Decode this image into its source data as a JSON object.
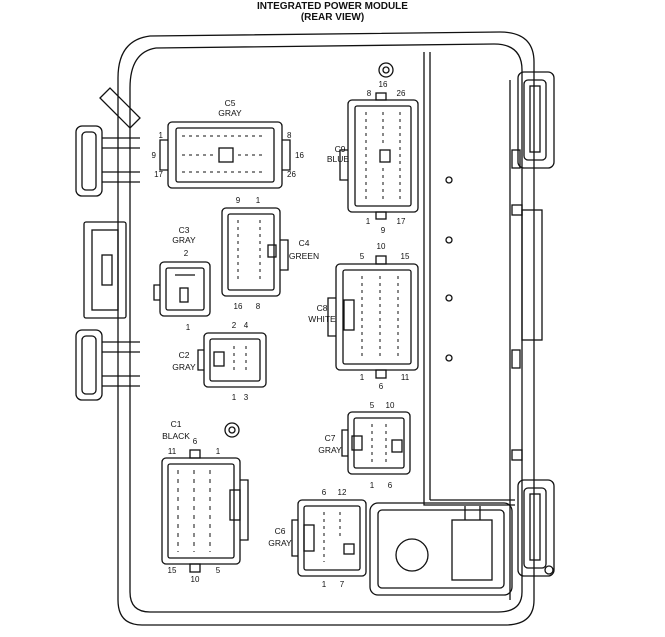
{
  "title": "INTEGRATED POWER MODULE",
  "subtitle": "(REAR VIEW)",
  "connectors": {
    "c1": {
      "name": "C1",
      "color": "BLACK",
      "pins": [
        "6",
        "11",
        "1",
        "15",
        "10",
        "5"
      ]
    },
    "c2": {
      "name": "C2",
      "color": "GRAY",
      "pins": [
        "2",
        "4",
        "1",
        "3"
      ]
    },
    "c3": {
      "name": "C3",
      "color": "GRAY",
      "pins": [
        "2",
        "1"
      ]
    },
    "c4": {
      "name": "C4",
      "color": "GREEN",
      "pins": [
        "9",
        "1",
        "16",
        "8"
      ]
    },
    "c5": {
      "name": "C5",
      "color": "GRAY",
      "pins": [
        "1",
        "9",
        "17",
        "8",
        "16",
        "26"
      ]
    },
    "c6": {
      "name": "C6",
      "color": "GRAY",
      "pins": [
        "6",
        "12",
        "1",
        "7"
      ]
    },
    "c7": {
      "name": "C7",
      "color": "GRAY",
      "pins": [
        "5",
        "10",
        "1",
        "6"
      ]
    },
    "c8": {
      "name": "C8",
      "color": "WHITE",
      "pins": [
        "10",
        "5",
        "15",
        "1",
        "6",
        "11"
      ]
    },
    "c9": {
      "name": "C9",
      "color": "BLUE",
      "pins": [
        "16",
        "8",
        "26",
        "1",
        "9",
        "17"
      ]
    }
  }
}
